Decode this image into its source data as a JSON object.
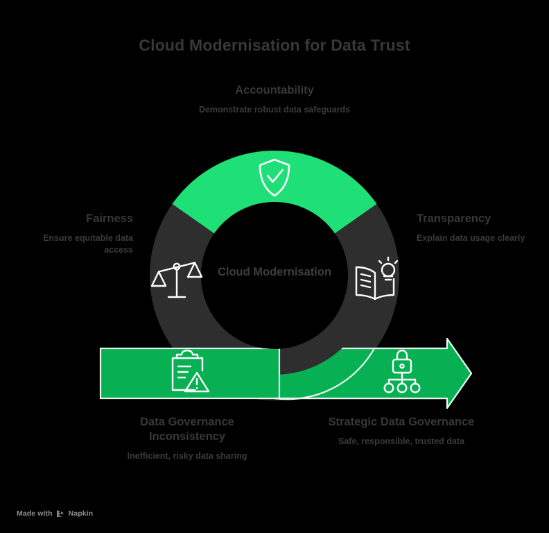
{
  "page": {
    "title": "Cloud Modernisation for Data Trust",
    "background_color": "#000000"
  },
  "colors": {
    "accent_green_bright": "#1FE077",
    "accent_green_dark": "#06B053",
    "arc_gray": "#2E2E2E",
    "title_text": "#37383a",
    "body_text": "#3a3b3d",
    "icon_stroke": "#FFFFFF",
    "watermark_text": "#8f8f8f"
  },
  "center": {
    "label": "Cloud Modernisation"
  },
  "callouts": [
    {
      "id": "accountability",
      "title": "Accountability",
      "subtitle": "Demonstrate robust data safeguards",
      "icon": "shield-check-icon",
      "segment_color": "#1FE077",
      "position": "top"
    },
    {
      "id": "fairness",
      "title": "Fairness",
      "subtitle": "Ensure equitable data access",
      "icon": "balance-scales-icon",
      "segment_color": "#2E2E2E",
      "position": "left"
    },
    {
      "id": "transparency",
      "title": "Transparency",
      "subtitle": "Explain data usage clearly",
      "icon": "open-book-lightbulb-icon",
      "segment_color": "#2E2E2E",
      "position": "right"
    },
    {
      "id": "data-governance-inconsistency",
      "title": "Data Governance Inconsistency",
      "subtitle": "Inefficient, risky data sharing",
      "icon": "clipboard-warning-icon",
      "segment_color": "#06B053",
      "position": "bottom-left"
    },
    {
      "id": "strategic-data-governance",
      "title": "Strategic Data Governance",
      "subtitle": "Safe, responsible, trusted data",
      "icon": "lock-hierarchy-icon",
      "segment_color": "#06B053",
      "position": "bottom-right"
    }
  ],
  "watermark": {
    "prefix": "Made with",
    "brand": "Napkin",
    "logo": "napkin-logo-icon"
  }
}
